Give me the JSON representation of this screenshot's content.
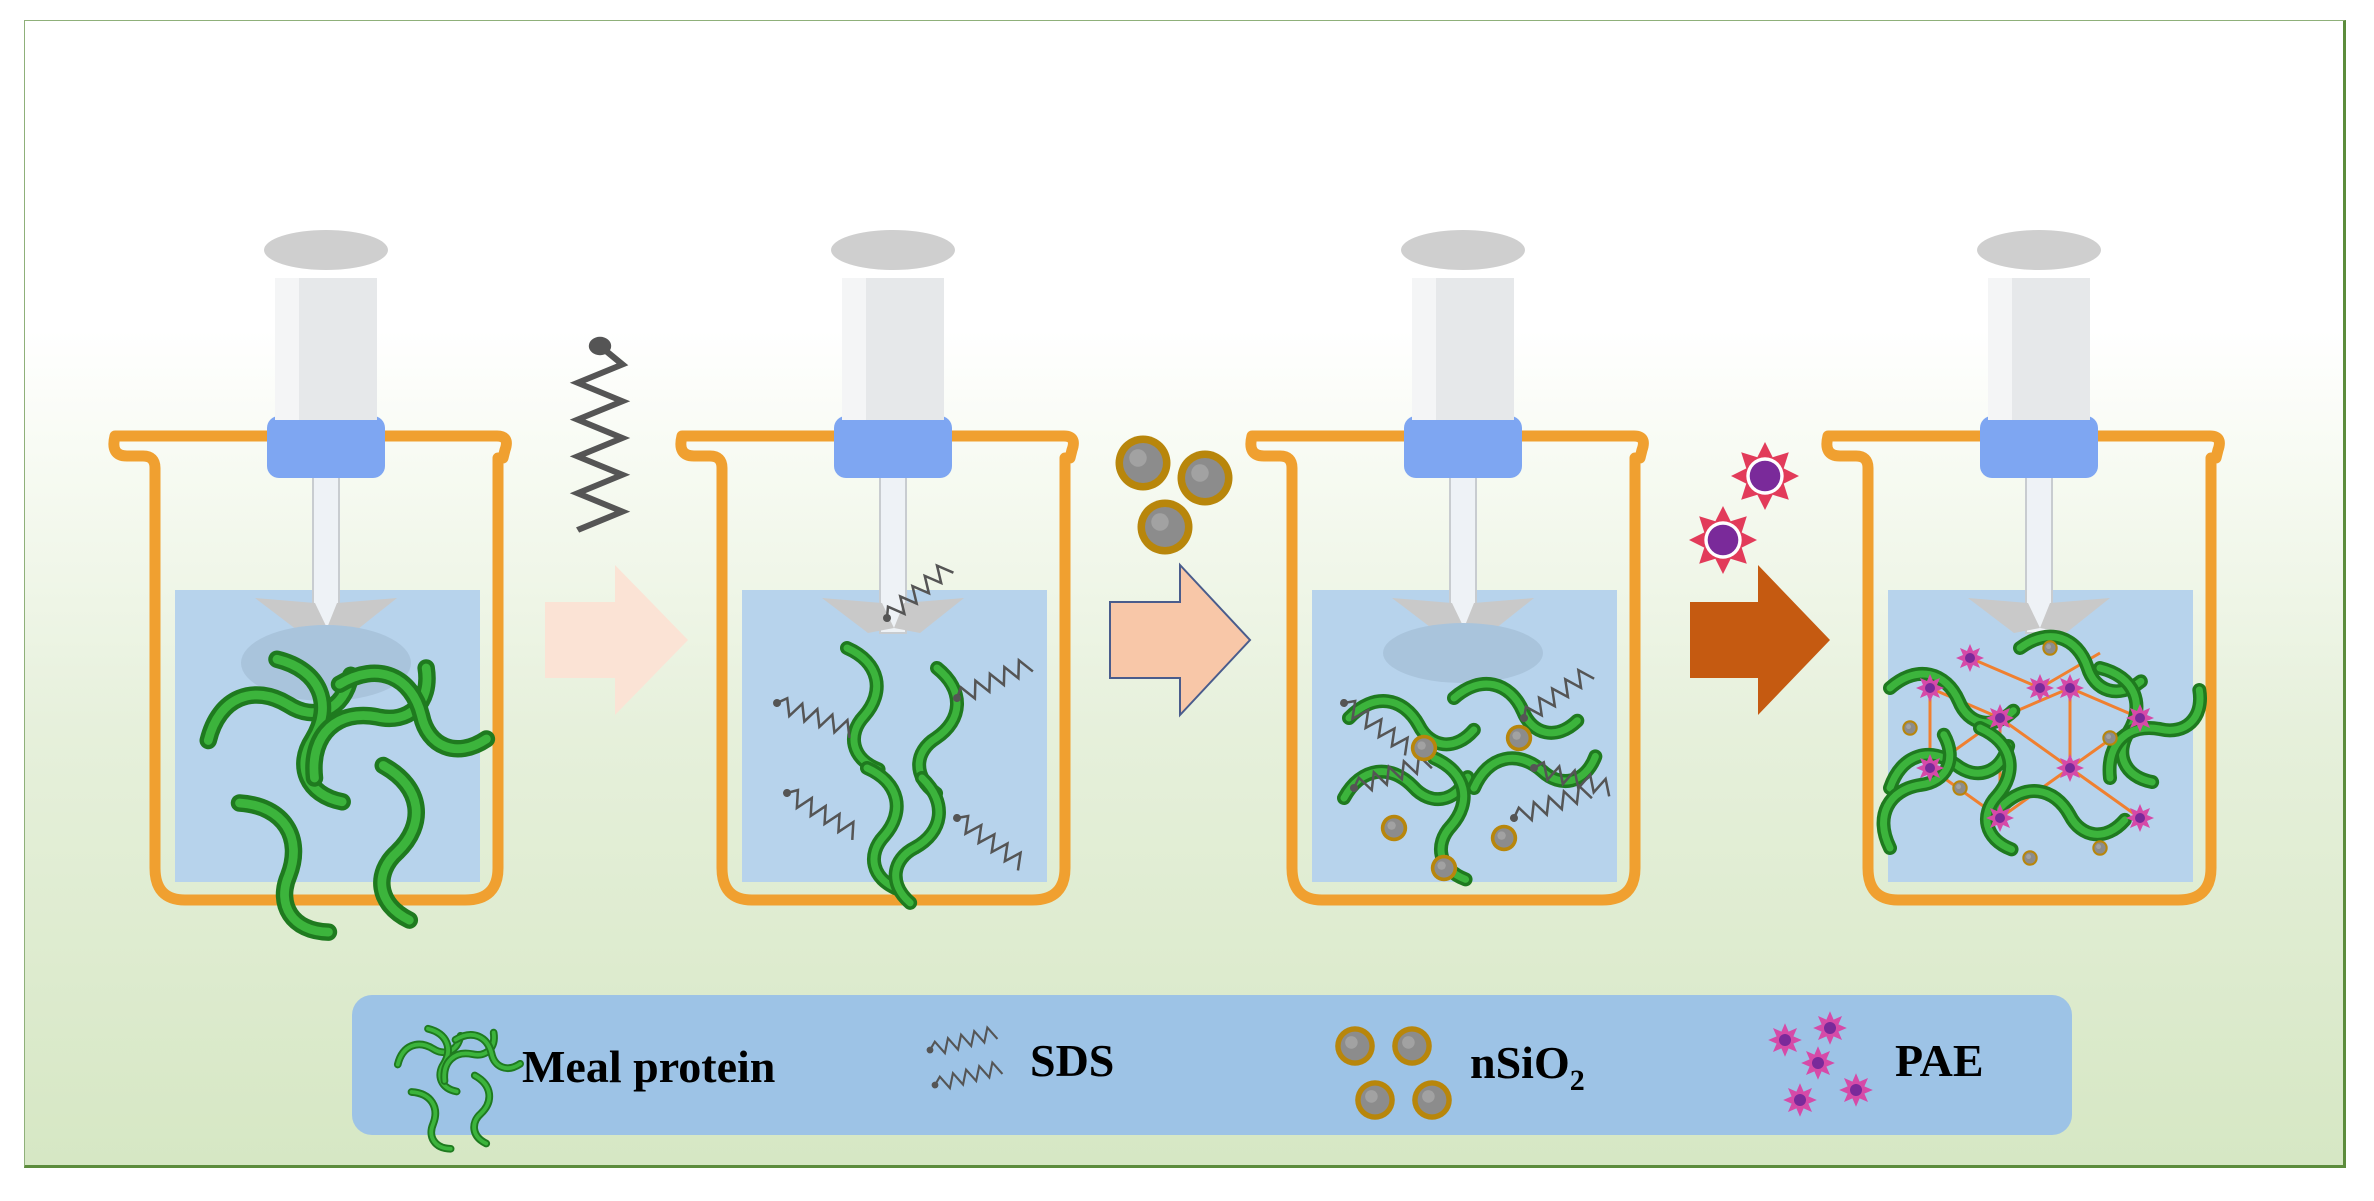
{
  "legend": {
    "meal_protein": "Meal protein",
    "sds": "SDS",
    "nsio2_main": "nSiO",
    "nsio2_sub": "2",
    "pae": "PAE"
  },
  "colors": {
    "beaker": "#f0a030",
    "liquid": "#b7d3ec",
    "stirrer_cap": "#7ea6f2",
    "protein": "#2f9e2f",
    "arrow_step1": "#fbe3d5",
    "arrow_step2": "#f8c7a8",
    "arrow_step3": "#c55a11",
    "nsio2_ring": "#b8860b",
    "nsio2_core": "#808080",
    "pae_star": "#e23b5a",
    "pae_core": "#7a2a9a",
    "legend_box": "#9dc3e6"
  },
  "icons": [
    "beaker-icon",
    "stirrer-icon",
    "protein-chain-icon",
    "sds-chain-icon",
    "nsio2-particle-icon",
    "pae-star-icon",
    "step-arrow-icon"
  ]
}
